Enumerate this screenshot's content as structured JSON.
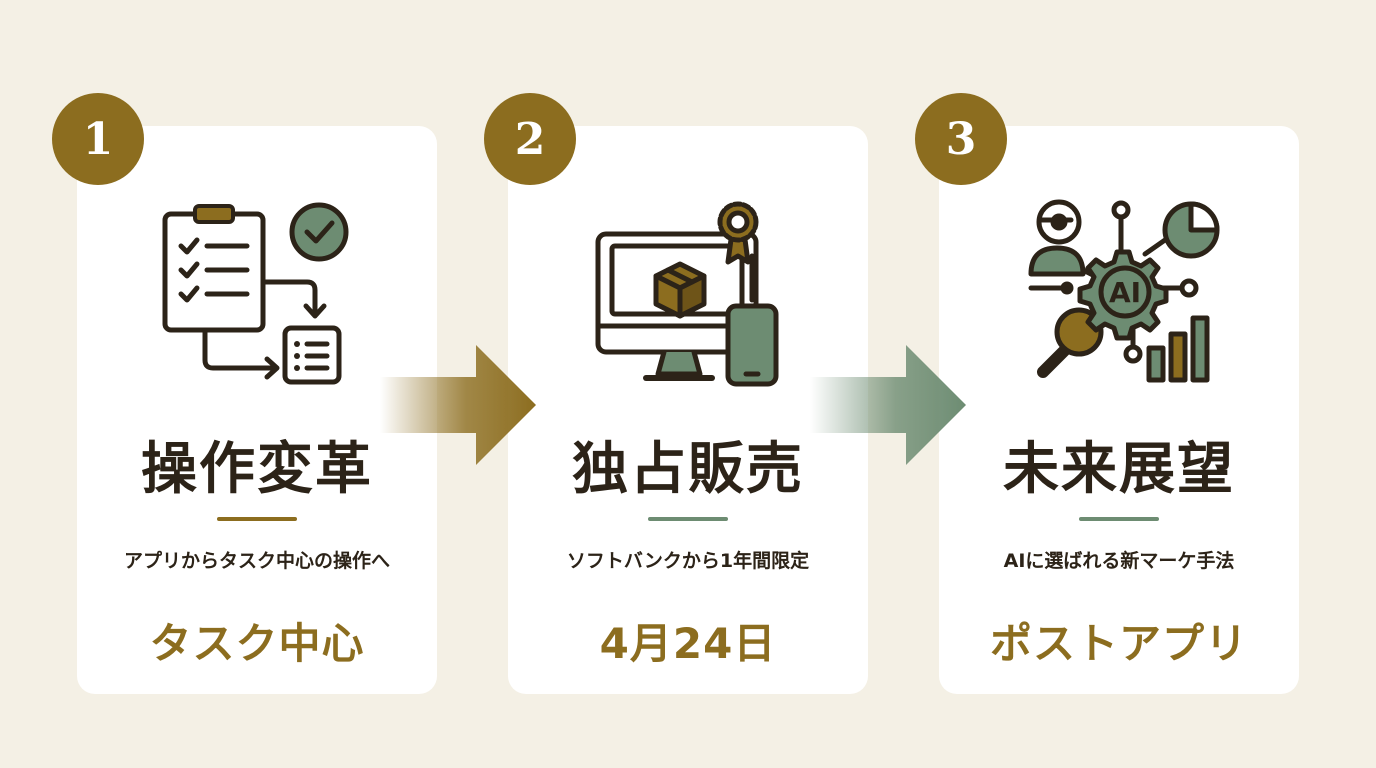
{
  "colors": {
    "background": "#f4f0e5",
    "gold": "#8c6d1f",
    "green": "#6d8c72",
    "dark": "#2c2318"
  },
  "steps": [
    {
      "number": "1",
      "icon": "clipboard-checklist-flow-icon",
      "title": "操作変革",
      "description": "アプリからタスク中心の操作へ",
      "keyword": "タスク中心"
    },
    {
      "number": "2",
      "icon": "monitor-package-smartphone-icon",
      "title": "独占販売",
      "description": "ソフトバンクから1年間限定",
      "keyword": "4月24日"
    },
    {
      "number": "3",
      "icon": "ai-gear-analytics-icon",
      "title": "未来展望",
      "description": "AIに選ばれる新マーケ手法",
      "keyword": "ポストアプリ"
    }
  ]
}
